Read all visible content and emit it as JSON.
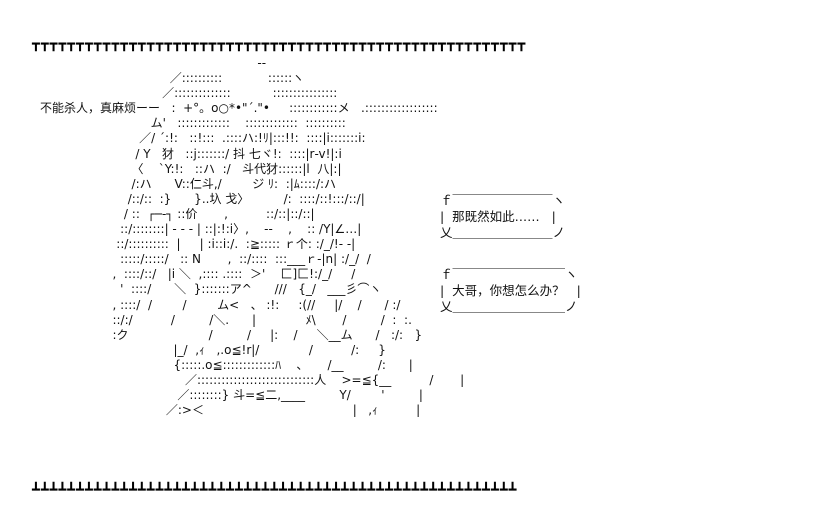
{
  "rules": {
    "top": "┳┳┳┳┳┳┳┳┳┳┳┳┳┳┳┳┳┳┳┳┳┳┳┳┳┳┳┳┳┳┳┳┳┳┳┳┳┳┳┳┳┳┳┳┳┳┳┳┳┳┳┳┳┳┳┳",
    "bottom": "┻┻┻┻┻┻┻┻┻┻┻┻┻┻┻┻┻┻┻┻┻┻┻┻┻┻┻┻┻┻┻┻┻┻┻┻┻┻┻┻┻┻┻┻┻┻┻┻┻┻┻┻┻┻┻"
  },
  "art": {
    "text": "                                                         -‐\n                                  ／::::::::::            ::::::ヽ\n                                ／::::::::::::::           ::::::::::::::::\n不能杀人，真麻烦ーー   :  +°。o○*•\"´.\"•     ::::::::::::メ   .::::::::::::::::::\n                             ム'   :::::::::::::    :::::::::::::  ::::::::::\n                          ／/ ´:!:   ::!:::  .::::ハ:!ﾘ|:::!!:  ::::|i:::::::i:\n                         / Y   犲   ::j:::::::/ 抖 七ヾ!:  ::::|r‐v!|:i\n                        〈    `Y:!:   ::ハ  :/   斗代犲::::::|l  八|:|\n                        /:ハ      V::仁斗,/        ジ ﾘ:  :|ﾑ::::/:ハ\n                       /::/::  :}      }..圦 戈〉         /:  ::::/::!:::/::/|\n                      / ::  ┌─‐┐ ::价       ,          ::/::|::/::|\n                     ::/::::::::| ‐ ‐ ‐ | ::|:!:i〉,    ‐‐    ,    :: /Y|∠…|\n                    ::/::::::::::  |     | :i::i:/.  :≧::::: ｒ个: :/_/!‐ ‐|\n                     :::::/:::::/   :: N       ,  ::/::::  :::___ｒ‐|n| :/_/  /\n                   ,  ::::/::/   |i ＼  ,:::: .::::  ＞'    匚]匚!:/_/     /\n                     '  ::::/      ＼  }:::::::ア^      ///   {_/   ___彡⌒ヽ\n                   , ::::/  /        /        ム<   、 :!:     :(//     |/    /      / :/\n                   ::/:/          /         /＼.      |             ﾒ\\       /         /  :  :.\n                   :ク                     /         /     |:    /     ＼__ム      /   :/:   }\n                                   |_/  ,ｨ   ,.o≦!r|/             /          /:     }\n                                   {:::::.o≦:::::::::::::ﾊ    、     /__         /:      |\n                                      ／:::::::::::::::::::::::::::::人    >=≦{__          /       |\n                                    ／::::::::} 斗=≦二,____         Y/        '         |\n                                 ／:>＜                                       |   ,ｨ          |"
  },
  "balloons": [
    {
      "text": "ｆ￣￣￣￣￣￣￣￣ヽ\n|  那既然如此……   |\n乂＿＿＿＿＿＿＿＿ノ"
    },
    {
      "text": "ｆ￣￣￣￣￣￣￣￣￣ヽ\n|  大哥，你想怎么办？   |\n乂＿＿＿＿＿＿＿＿＿ノ"
    }
  ]
}
